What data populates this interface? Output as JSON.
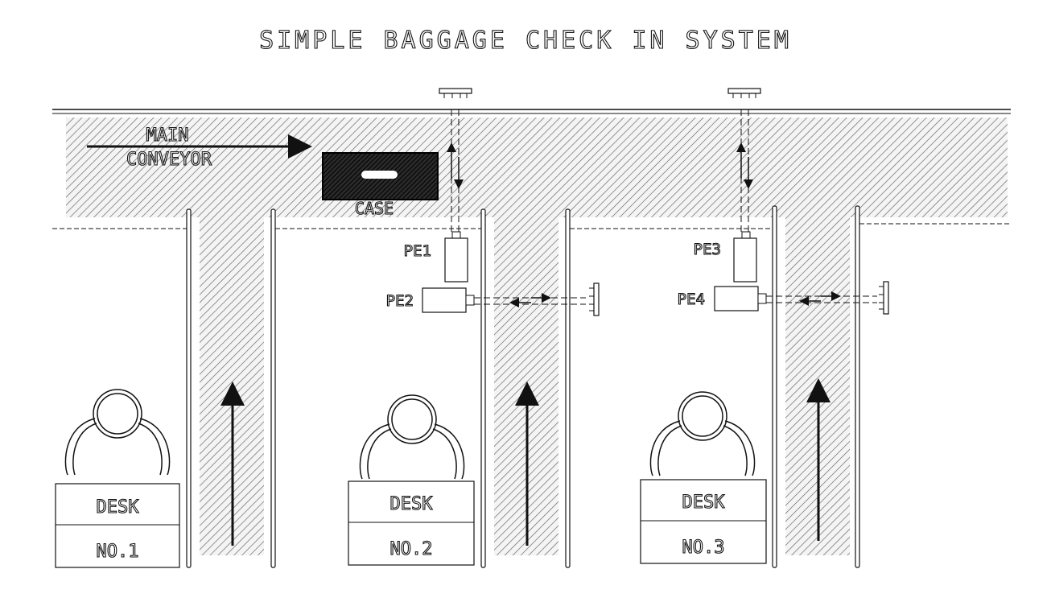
{
  "title": "SIMPLE BAGGAGE CHECK IN SYSTEM",
  "main_conveyor": {
    "label_line1": "MAIN",
    "label_line2": "CONVEYOR"
  },
  "case_label": "CASE",
  "sensors": {
    "pe1": "PE1",
    "pe2": "PE2",
    "pe3": "PE3",
    "pe4": "PE4"
  },
  "desks": [
    {
      "line1": "DESK",
      "line2": "NO.1"
    },
    {
      "line1": "DESK",
      "line2": "NO.2"
    },
    {
      "line1": "DESK",
      "line2": "NO.3"
    }
  ]
}
